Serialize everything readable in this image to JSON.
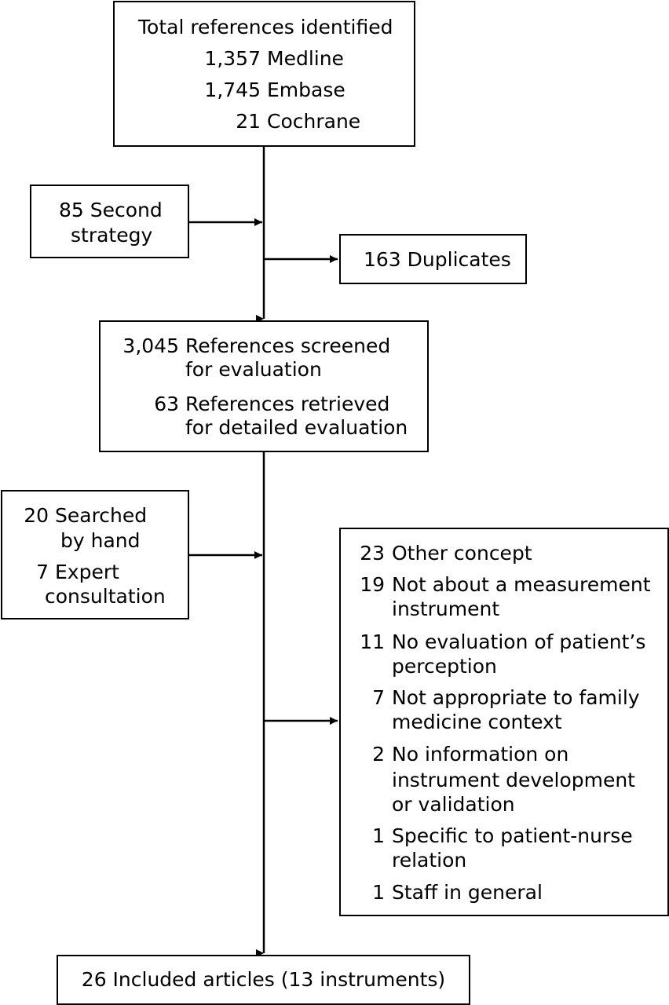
{
  "top": {
    "title": "Total references identified",
    "sources": [
      {
        "count": "1,357",
        "label": "Medline"
      },
      {
        "count": "1,745",
        "label": "Embase"
      },
      {
        "count": "21",
        "label": "Cochrane"
      }
    ]
  },
  "second_strategy": {
    "line1": "85 Second",
    "line2": "strategy"
  },
  "duplicates": {
    "label": "163 Duplicates"
  },
  "screened": {
    "row1": {
      "count": "3,045",
      "line1": "References screened",
      "line2": "for evaluation"
    },
    "row2": {
      "count": "63",
      "line1": "References retrieved",
      "line2": "for detailed evaluation"
    }
  },
  "hand": {
    "row1": {
      "count": "20",
      "line1": "Searched",
      "line2": "by hand"
    },
    "row2": {
      "count": "7",
      "line1": "Expert",
      "line2": "consultation"
    }
  },
  "exclusions": [
    {
      "count": "23",
      "lines": [
        "Other concept"
      ]
    },
    {
      "count": "19",
      "lines": [
        "Not about a measurement",
        "instrument"
      ]
    },
    {
      "count": "11",
      "lines": [
        "No evaluation of patient’s",
        "perception"
      ]
    },
    {
      "count": "7",
      "lines": [
        "Not appropriate to family",
        "medicine context"
      ]
    },
    {
      "count": "2",
      "lines": [
        "No information on",
        "instrument development",
        "or validation"
      ]
    },
    {
      "count": "1",
      "lines": [
        "Specific to patient-nurse",
        "relation"
      ]
    },
    {
      "count": "1",
      "lines": [
        "Staff in general"
      ]
    }
  ],
  "included": {
    "label": "26 Included articles (13 instruments)"
  }
}
